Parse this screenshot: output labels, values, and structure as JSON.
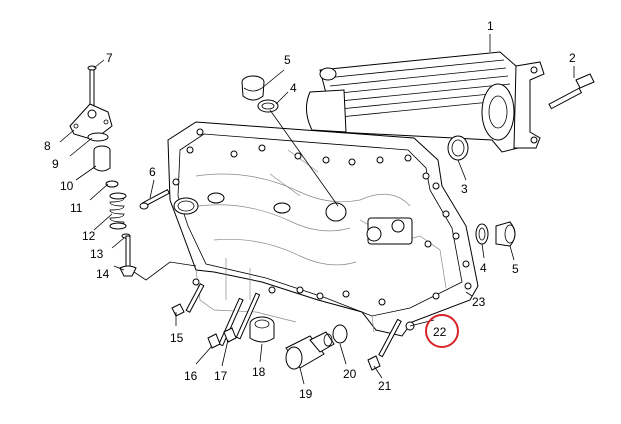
{
  "callouts": [
    {
      "id": "c1",
      "text": "1"
    },
    {
      "id": "c2",
      "text": "2"
    },
    {
      "id": "c3",
      "text": "3"
    },
    {
      "id": "c4a",
      "text": "4"
    },
    {
      "id": "c4b",
      "text": "4"
    },
    {
      "id": "c5a",
      "text": "5"
    },
    {
      "id": "c5b",
      "text": "5"
    },
    {
      "id": "c6",
      "text": "6"
    },
    {
      "id": "c7",
      "text": "7"
    },
    {
      "id": "c8",
      "text": "8"
    },
    {
      "id": "c9",
      "text": "9"
    },
    {
      "id": "c10",
      "text": "10"
    },
    {
      "id": "c11",
      "text": "11"
    },
    {
      "id": "c12",
      "text": "12"
    },
    {
      "id": "c13",
      "text": "13"
    },
    {
      "id": "c14",
      "text": "14"
    },
    {
      "id": "c15",
      "text": "15"
    },
    {
      "id": "c16",
      "text": "16"
    },
    {
      "id": "c17",
      "text": "17"
    },
    {
      "id": "c18",
      "text": "18"
    },
    {
      "id": "c19",
      "text": "19"
    },
    {
      "id": "c20",
      "text": "20"
    },
    {
      "id": "c21",
      "text": "21"
    },
    {
      "id": "c22",
      "text": "22"
    },
    {
      "id": "c23",
      "text": "23"
    }
  ],
  "highlight": {
    "callout_id": "c22",
    "color": "#d9232a"
  },
  "colors": {
    "line": "#000000",
    "ghost": "#8a8a8a",
    "background": "#ffffff"
  }
}
